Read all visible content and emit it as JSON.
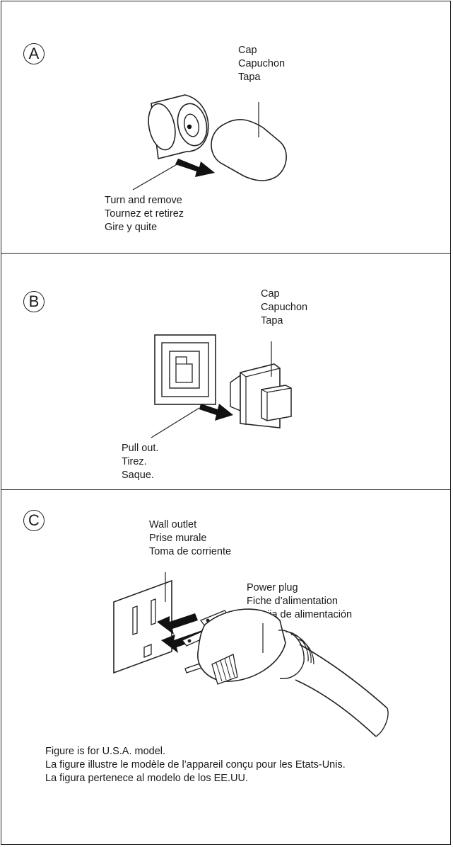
{
  "panels": [
    {
      "marker": "A",
      "cap_label": [
        "Cap",
        "Capuchon",
        "Tapa"
      ],
      "action_label": [
        "Turn and remove",
        "Tournez et retirez",
        "Gire y quite"
      ]
    },
    {
      "marker": "B",
      "cap_label": [
        "Cap",
        "Capuchon",
        "Tapa"
      ],
      "action_label": [
        "Pull out.",
        "Tirez.",
        "Saque."
      ]
    },
    {
      "marker": "C",
      "outlet_label": [
        "Wall outlet",
        "Prise murale",
        "Toma de corriente"
      ],
      "plug_label": [
        "Power plug",
        "Fiche d’alimentation",
        "Clavija de alimentación"
      ],
      "note": [
        "Figure is for U.S.A. model.",
        "La figure illustre le modèle de l’appareil conçu pour les Etats-Unis.",
        "La figura pertenece al modelo de los EE.UU."
      ]
    }
  ]
}
